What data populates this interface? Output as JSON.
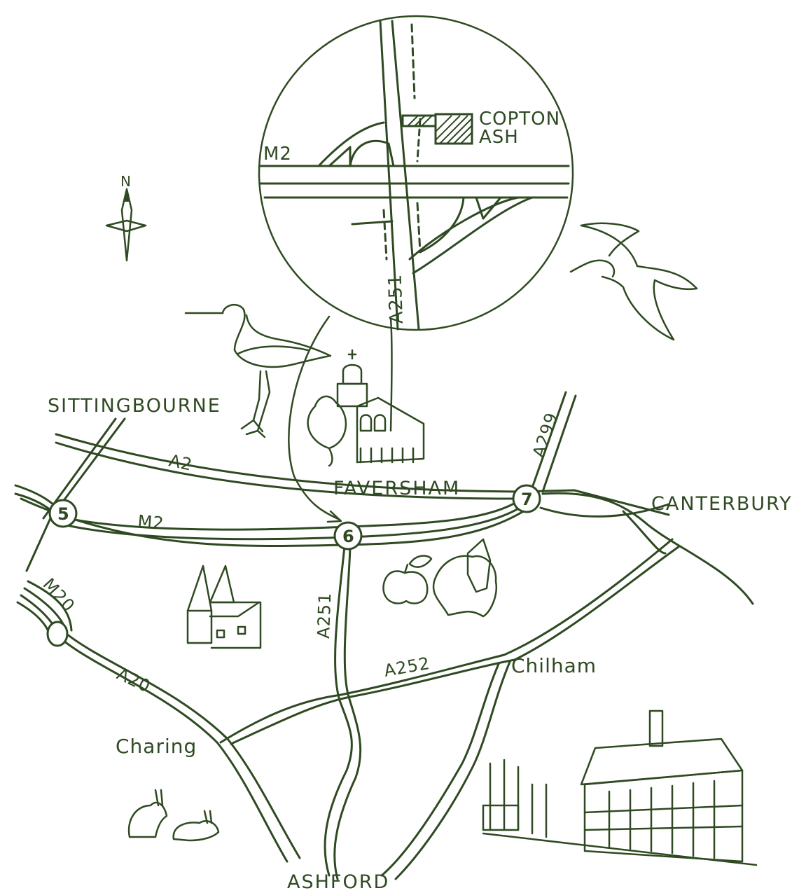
{
  "colors": {
    "ink": "#2f4a22",
    "paper": "#ffffff"
  },
  "compass": {
    "north_label": "N",
    "icon": "compass-rose-icon"
  },
  "inset": {
    "motorway_label": "M2",
    "road_label": "A251",
    "destination_line1": "COPTON",
    "destination_line2": "ASH"
  },
  "towns": {
    "sittingbourne": "SITTINGBOURNE",
    "faversham": "FAVERSHAM",
    "canterbury": "CANTERBURY",
    "ashford": "ASHFORD",
    "charing": "Charing",
    "chilham": "Chilham"
  },
  "roads": {
    "a2": "A2",
    "m2": "M2",
    "m20": "M20",
    "a20": "A20",
    "a251": "A251",
    "a252": "A252",
    "a299": "A299"
  },
  "junctions": {
    "j5": "5",
    "j6": "6",
    "j7": "7"
  },
  "illustrations": [
    "redshank-bird-icon",
    "seagull-icon",
    "faversham-guildhall-icon",
    "oast-house-icon",
    "apple-icon",
    "hop-leaf-icon",
    "rabbits-icon",
    "chilham-tudor-houses-icon"
  ]
}
